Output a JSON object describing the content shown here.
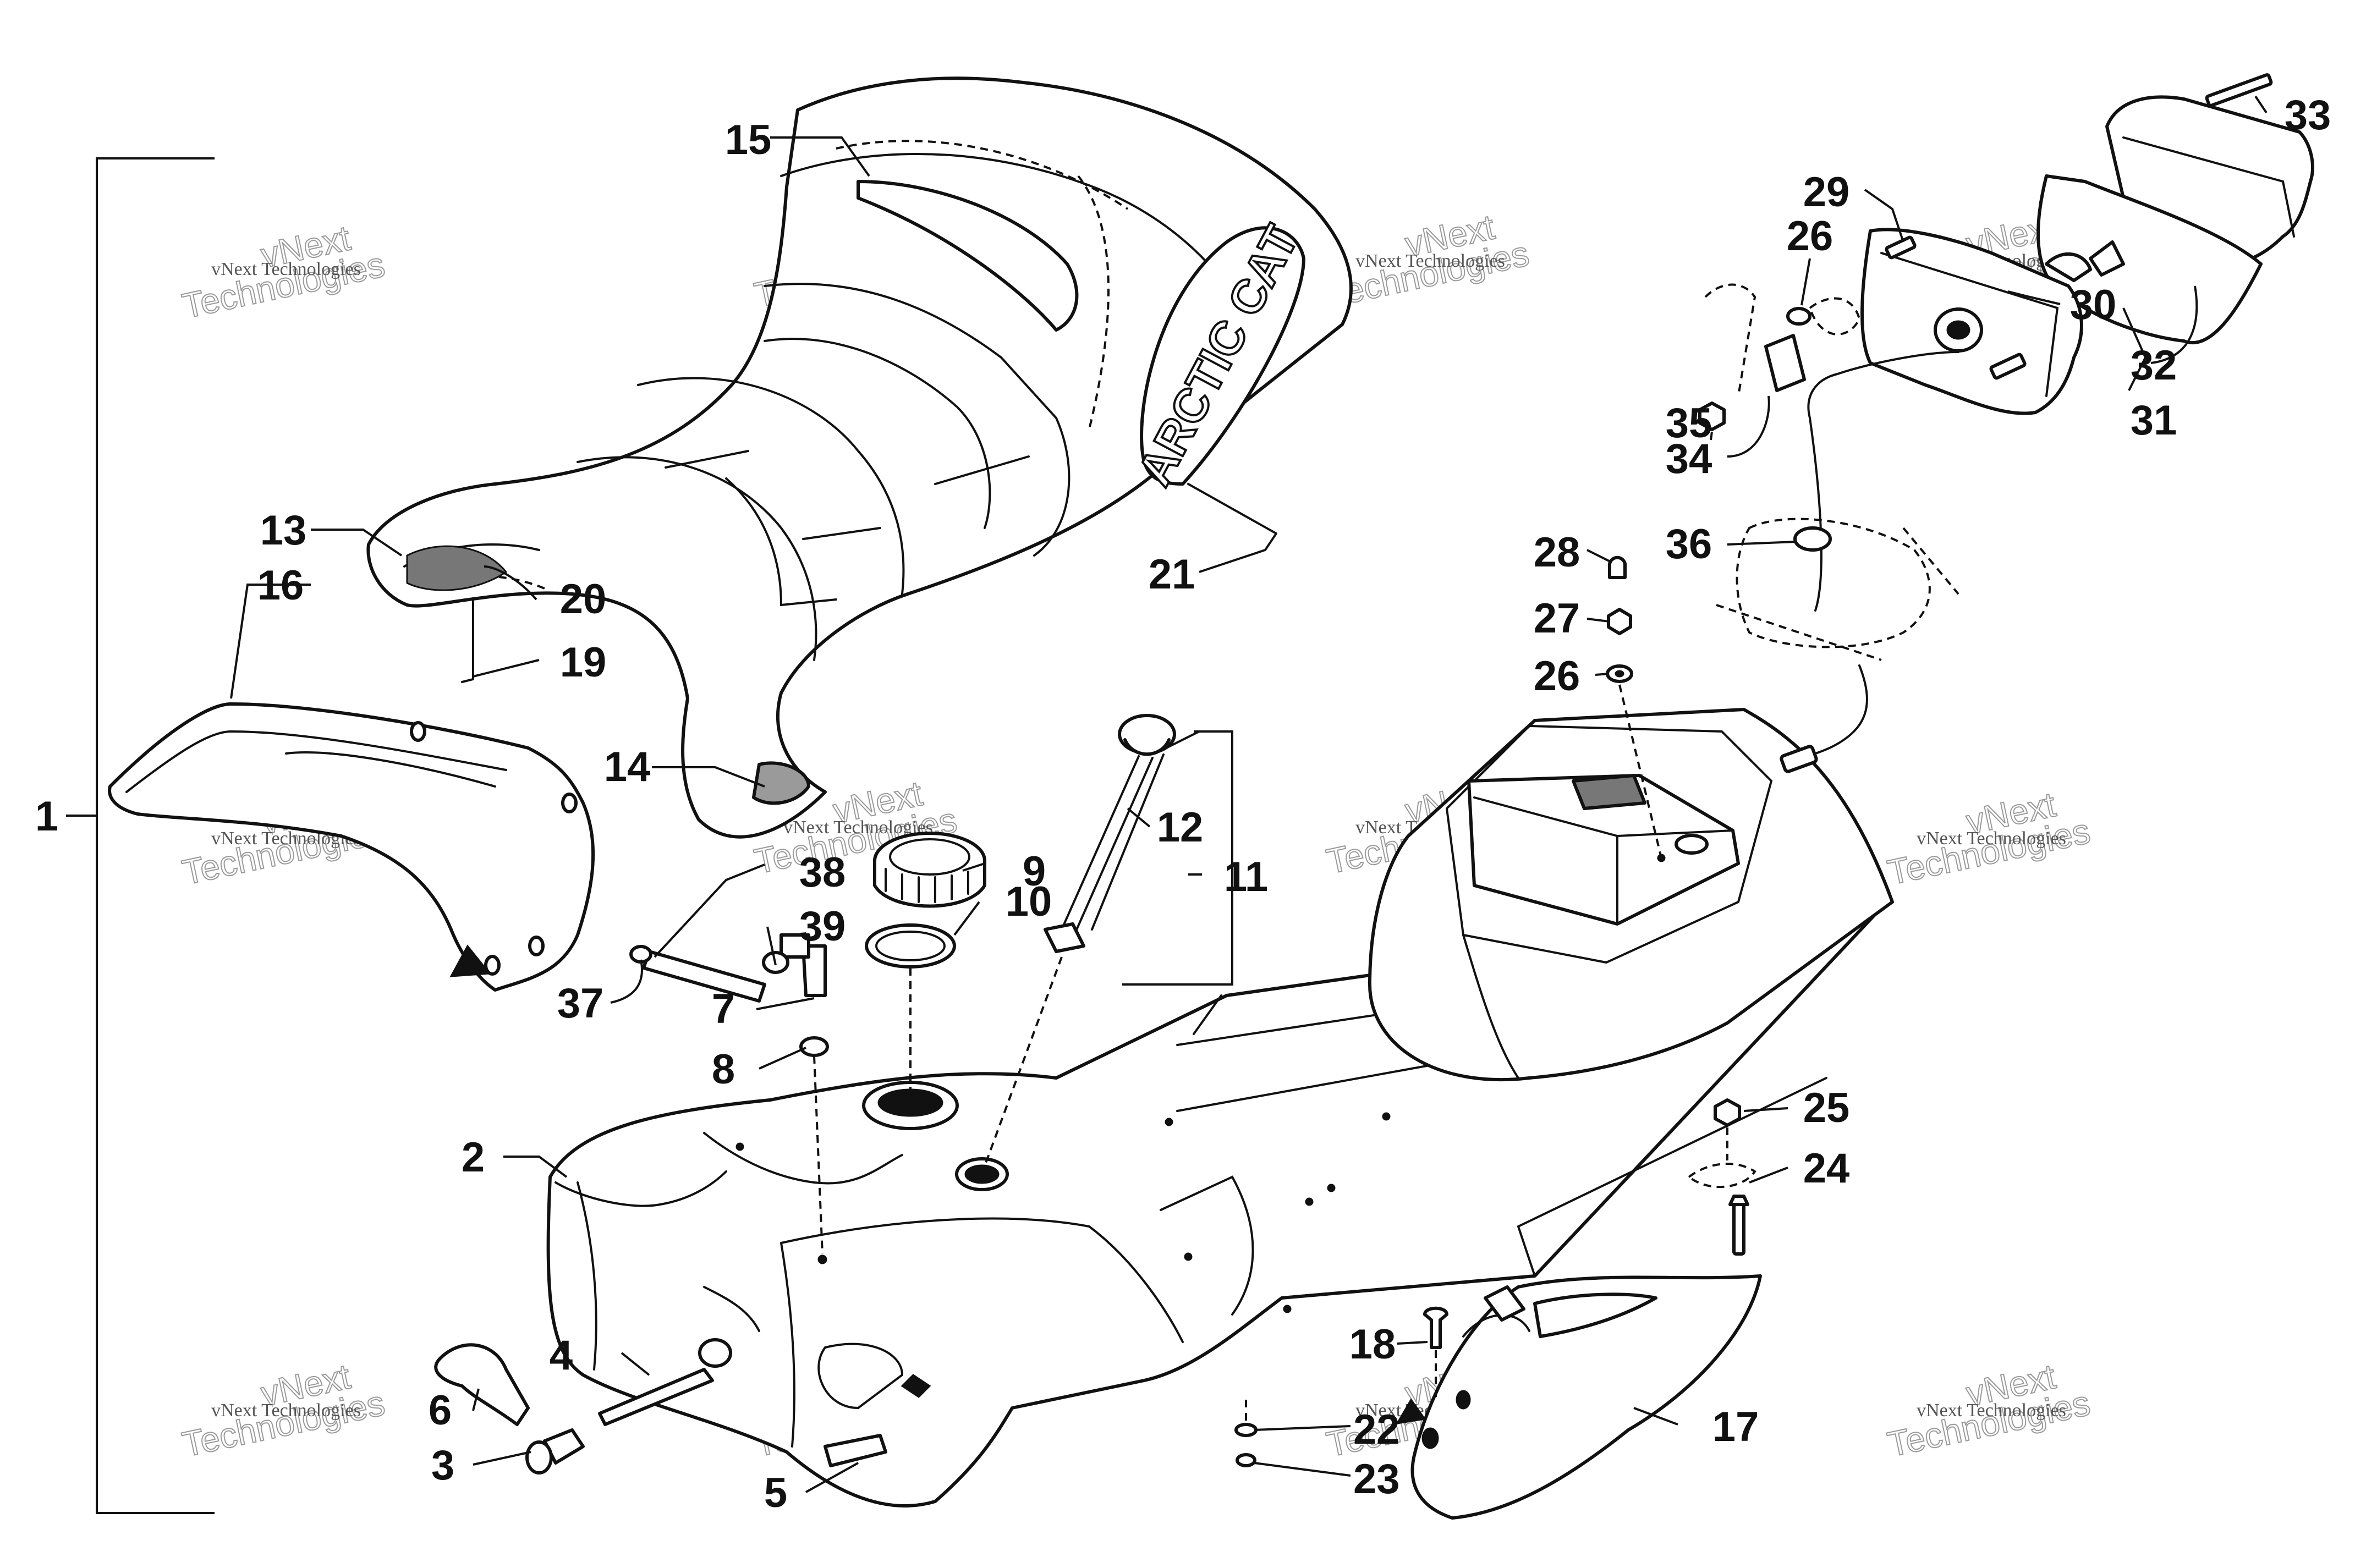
{
  "diagram": {
    "brand_logo_text": "ARCTIC CAT",
    "watermark_line1": "vNext Technologies",
    "watermark_line2": "vNext",
    "watermark_line3": "Technologies",
    "callouts": {
      "c1": "1",
      "c2": "2",
      "c3": "3",
      "c4": "4",
      "c5": "5",
      "c6": "6",
      "c7": "7",
      "c8": "8",
      "c9": "9",
      "c10": "10",
      "c11": "11",
      "c12": "12",
      "c13": "13",
      "c14": "14",
      "c15": "15",
      "c16": "16",
      "c17": "17",
      "c18": "18",
      "c19": "19",
      "c20": "20",
      "c21": "21",
      "c22": "22",
      "c23": "23",
      "c24": "24",
      "c25": "25",
      "c26a": "26",
      "c26b": "26",
      "c27": "27",
      "c28": "28",
      "c29": "29",
      "c30": "30",
      "c31": "31",
      "c32": "32",
      "c33": "33",
      "c34": "34",
      "c35": "35",
      "c36": "36",
      "c37": "37",
      "c38": "38",
      "c39": "39"
    }
  }
}
